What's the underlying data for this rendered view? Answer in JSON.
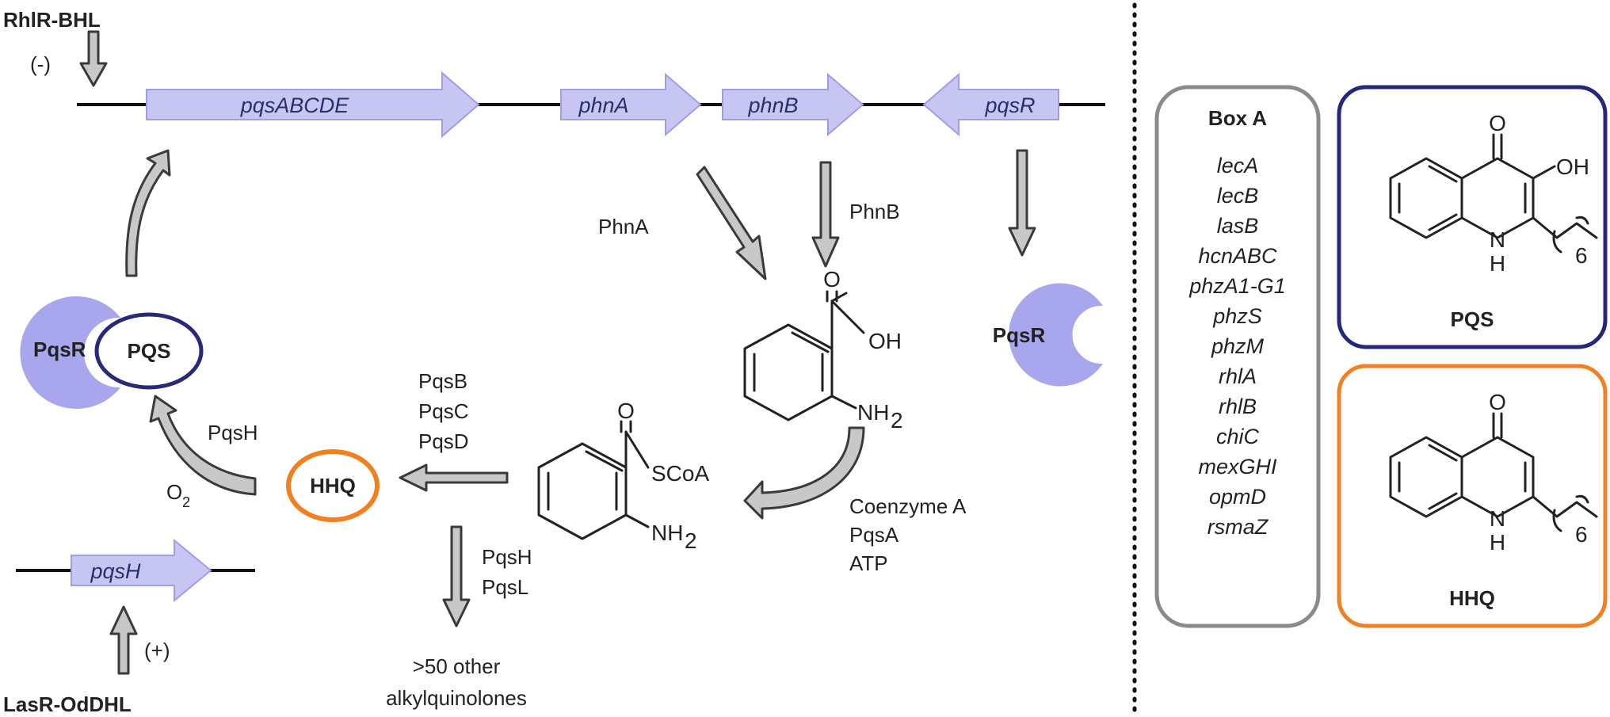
{
  "regulators": {
    "rhlr": "RhlR-BHL",
    "rhlr_sign": "(-)",
    "lasr": "LasR-OdDHL",
    "lasr_sign": "(+)"
  },
  "genes": {
    "pqsABCDE": "pqsABCDE",
    "phnA": "phnA",
    "phnB": "phnB",
    "pqsR": "pqsR",
    "pqsH": "pqsH"
  },
  "enzymes": {
    "phnA": "PhnA",
    "phnB": "PhnB",
    "anthranilate_to_coa": [
      "Coenzyme A",
      "PqsA",
      "ATP"
    ],
    "coa_to_hhq": [
      "PqsB",
      "PqsC",
      "PqsD"
    ],
    "coa_to_others": [
      "PqsH",
      "PqsL"
    ],
    "hhq_to_pqs": "PqsH",
    "o2": "O",
    "o2_sub": "2"
  },
  "molecules": {
    "hhq": "HHQ",
    "pqs": "PQS",
    "pqsr": "PqsR",
    "pqsr_complex": "PqsR",
    "anthranilate_oh": "OH",
    "anthranilate_nh": "NH",
    "anthranilate_nh_sub": "2",
    "coa_label": "SCoA",
    "coa_nh": "NH",
    "coa_nh_sub": "2",
    "o_atom": "O",
    "others": [
      ">50 other",
      "alkylquinolones"
    ]
  },
  "box_a": {
    "title": "Box A",
    "genes": [
      "lecA",
      "lecB",
      "lasB",
      "hcnABC",
      "phzA1-G1",
      "phzS",
      "phzM",
      "rhlA",
      "rhlB",
      "chiC",
      "mexGHI",
      "opmD",
      "rsmaZ"
    ]
  },
  "structures": {
    "pqs_title": "PQS",
    "hhq_title": "HHQ",
    "o": "O",
    "oh": "OH",
    "n": "N",
    "h": "H",
    "six": "6"
  },
  "colors": {
    "gene_arrow": "#c7c5f2",
    "gene_outline": "#9f9de6",
    "pqsr_protein": "#a8a6ec",
    "pqs_ring": "#27297a",
    "hhq_ring": "#f08020",
    "box_a_border": "#8a8a8a",
    "pqs_box_border": "#24287a",
    "hhq_box_border": "#f08020"
  }
}
